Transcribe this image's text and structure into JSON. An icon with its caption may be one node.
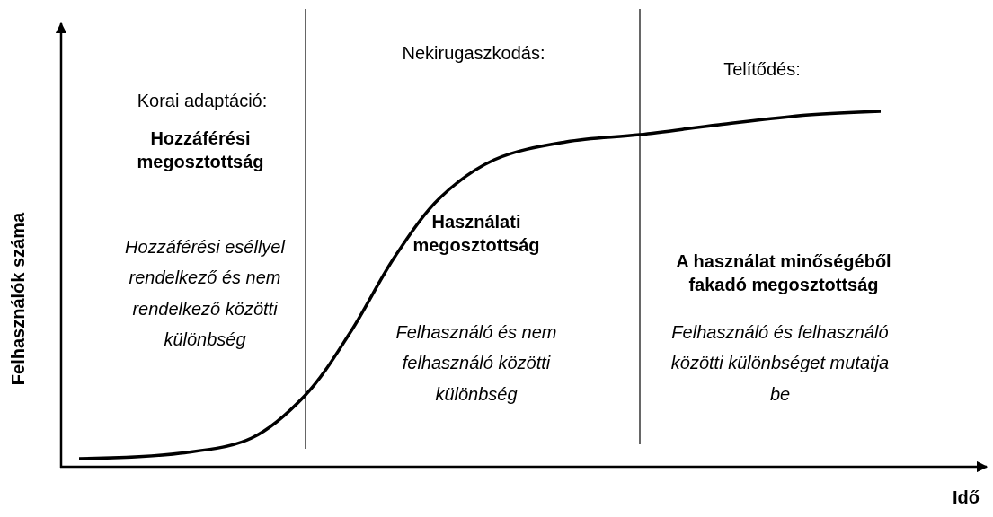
{
  "diagram": {
    "labels": [
      "Korai adaptáció:",
      "Nekirugaszkodás:",
      "Telítődés:",
      "Hozzáférési megosztottság",
      "Használati megosztottság",
      "A használat minőségéből fakadó megosztottság",
      "Hozzáférési eséllyel rendelkező és nem rendelkező közötti különbség",
      "Felhasználó és nem felhasználó közötti különbség",
      "Felhasználó és felhasználó közötti különbséget mutatja be",
      "Felhasználók száma",
      "Idő"
    ]
  }
}
